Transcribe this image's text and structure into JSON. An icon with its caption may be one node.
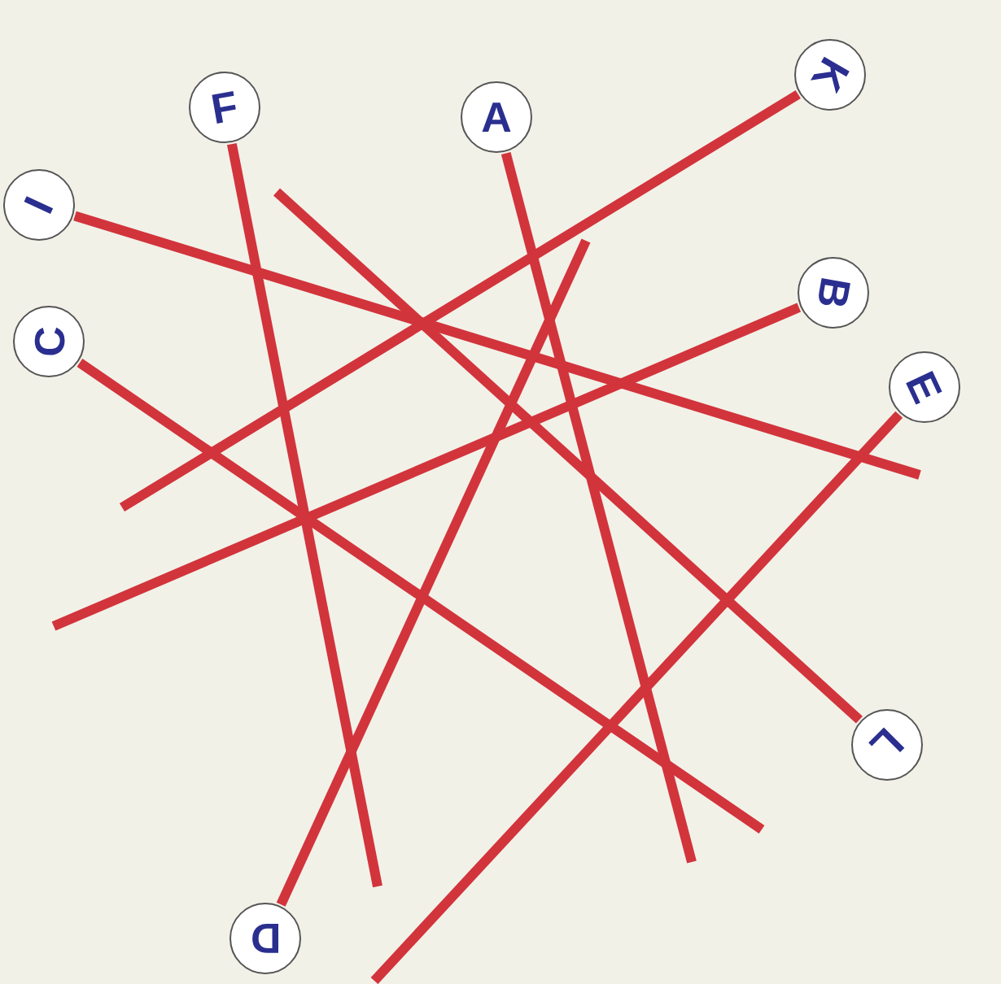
{
  "diagram": {
    "nodes": [
      {
        "text": [
          "F"
        ]
      },
      {
        "text": [
          "A"
        ]
      },
      {
        "text": [
          "K"
        ]
      },
      {
        "text": [
          "I"
        ]
      },
      {
        "text": [
          "B"
        ]
      },
      {
        "text": [
          "C"
        ]
      },
      {
        "text": [
          "E"
        ]
      },
      {
        "text": [
          "L"
        ]
      },
      {
        "text": [
          "D"
        ]
      }
    ],
    "edges": [
      {
        "from": 0,
        "to": null,
        "arrow": "none"
      },
      {
        "from": 1,
        "to": null,
        "arrow": "none"
      },
      {
        "from": 2,
        "to": null,
        "arrow": "none"
      },
      {
        "from": 3,
        "to": null,
        "arrow": "none"
      },
      {
        "from": 4,
        "to": null,
        "arrow": "none"
      },
      {
        "from": 5,
        "to": null,
        "arrow": "none"
      },
      {
        "from": 6,
        "to": null,
        "arrow": "none"
      },
      {
        "from": 7,
        "to": null,
        "arrow": "none"
      },
      {
        "from": 8,
        "to": null,
        "arrow": "none"
      }
    ]
  }
}
